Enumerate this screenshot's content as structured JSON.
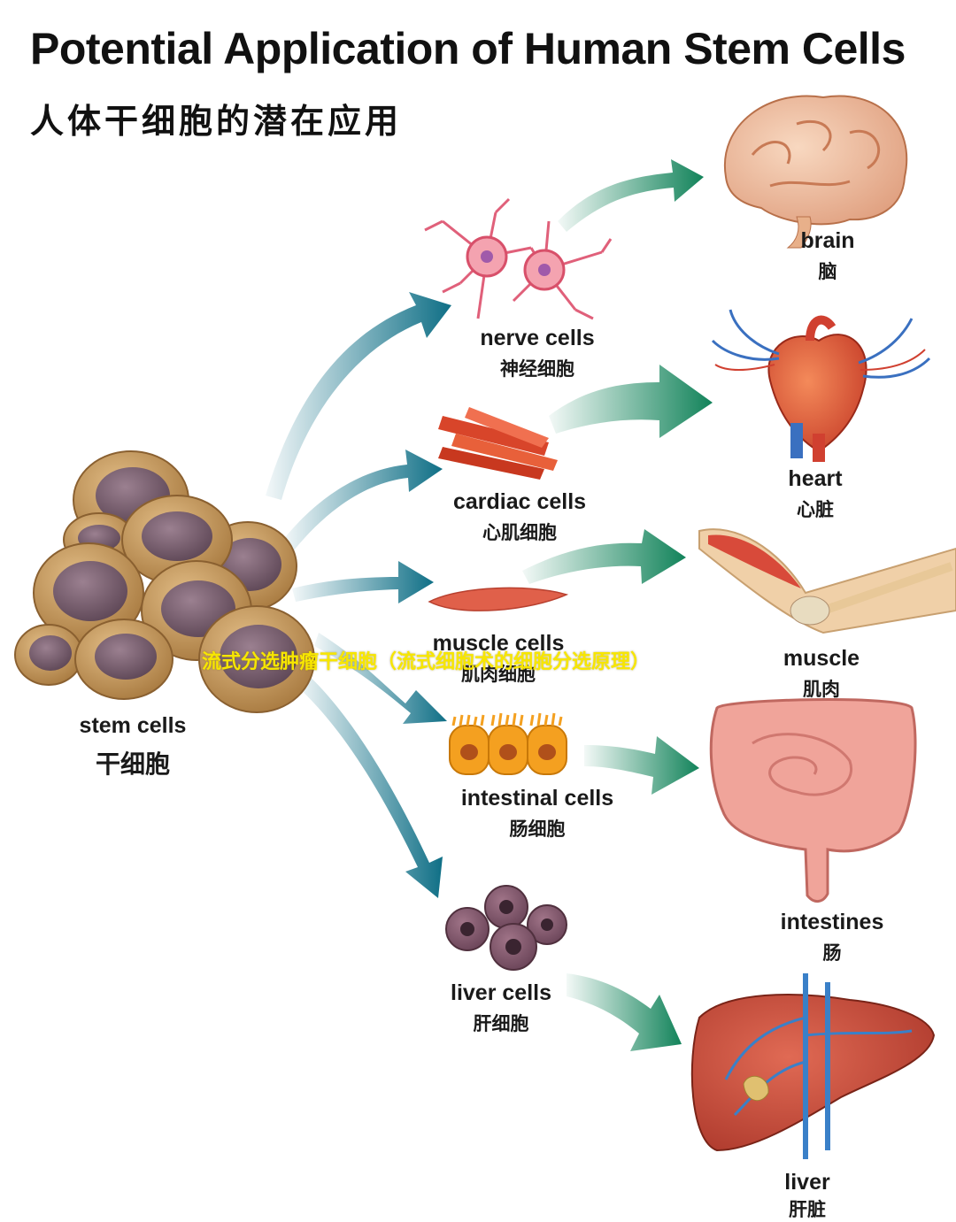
{
  "title": "Potential Application of Human Stem Cells",
  "subtitle": "人体干细胞的潜在应用",
  "source": {
    "en": "stem cells",
    "zh": "干细胞"
  },
  "cells": [
    {
      "en": "nerve cells",
      "zh": "神经细胞"
    },
    {
      "en": "cardiac cells",
      "zh": "心肌细胞"
    },
    {
      "en": "muscle cells",
      "zh": "肌肉细胞"
    },
    {
      "en": "intestinal cells",
      "zh": "肠细胞"
    },
    {
      "en": "liver cells",
      "zh": "肝细胞"
    }
  ],
  "organs": [
    {
      "en": "brain",
      "zh": "脑"
    },
    {
      "en": "heart",
      "zh": "心脏"
    },
    {
      "en": "muscle",
      "zh": "肌肉"
    },
    {
      "en": "intestines",
      "zh": "肠"
    },
    {
      "en": "liver",
      "zh": "肝脏"
    }
  ],
  "watermark": "流式分选肿瘤干细胞（流式细胞术的细胞分选原理）",
  "colors": {
    "blue_arrow": "#0f6f86",
    "green_arrow": "#12835a",
    "stem_cell": "#c79a5c",
    "nucleus": "#7e6272"
  }
}
